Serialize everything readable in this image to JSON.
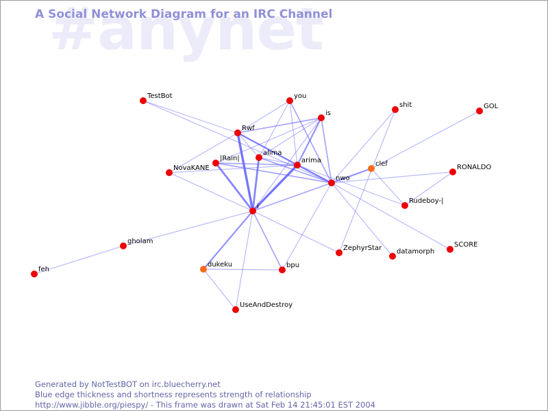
{
  "watermark": "#anynet",
  "title": "A Social Network Diagram for an IRC Channel",
  "footer": {
    "line1": "Generated by NotTestBOT on irc.bluecherry.net",
    "line2": "Blue edge thickness and shortness represents strength of relationship",
    "line3": "http://www.jibble.org/piespy/ - This frame was drawn at Sat Feb 14 21:45:01 EST 2004"
  },
  "colors": {
    "node": "#ee0000",
    "node_active": "#ff6a1a",
    "edge": "#6a6aff",
    "watermark": "#ebebfa",
    "title": "#9090d8",
    "footer": "#6464a8"
  },
  "nodes": [
    {
      "id": "TestBot",
      "label": "TestBot"
    },
    {
      "id": "you",
      "label": "you"
    },
    {
      "id": "is",
      "label": "is"
    },
    {
      "id": "shit",
      "label": "shit"
    },
    {
      "id": "GOL",
      "label": "GOL"
    },
    {
      "id": "Rwf",
      "label": "Rwf"
    },
    {
      "id": "alima",
      "label": "alima"
    },
    {
      "id": "Rain",
      "label": "|Rain|"
    },
    {
      "id": "arima",
      "label": "arima"
    },
    {
      "id": "clef",
      "label": "clef",
      "active": true
    },
    {
      "id": "NovaKANE",
      "label": "NovaKANE"
    },
    {
      "id": "nwo",
      "label": "nwo"
    },
    {
      "id": "RONALDO",
      "label": "RONALDO"
    },
    {
      "id": "Rudeboy",
      "label": "Rudeboy-|"
    },
    {
      "id": "i",
      "label": "i"
    },
    {
      "id": "gholam",
      "label": "gholam"
    },
    {
      "id": "SCORE",
      "label": "SCORE"
    },
    {
      "id": "ZephyrStar",
      "label": "ZephyrStar"
    },
    {
      "id": "datamorph",
      "label": "datamorph"
    },
    {
      "id": "feh",
      "label": "feh"
    },
    {
      "id": "dukeku",
      "label": "dukeku",
      "active": true
    },
    {
      "id": "bpu",
      "label": "bpu"
    },
    {
      "id": "UseAndDestroy",
      "label": "UseAndDestroy"
    }
  ],
  "edges": [
    {
      "from": "Rwf",
      "to": "i",
      "weight": 5
    },
    {
      "from": "arima",
      "to": "i",
      "weight": 5
    },
    {
      "from": "Rain",
      "to": "i",
      "weight": 4
    },
    {
      "from": "alima",
      "to": "i",
      "weight": 4
    },
    {
      "from": "is",
      "to": "arima",
      "weight": 3
    },
    {
      "from": "Rwf",
      "to": "arima",
      "weight": 3
    },
    {
      "from": "Rwf",
      "to": "is",
      "weight": 2
    },
    {
      "from": "Rain",
      "to": "arima",
      "weight": 2
    },
    {
      "from": "nwo",
      "to": "clef",
      "weight": 3
    },
    {
      "from": "arima",
      "to": "nwo",
      "weight": 3
    },
    {
      "from": "i",
      "to": "dukeku",
      "weight": 3
    },
    {
      "from": "Rwf",
      "to": "nwo",
      "weight": 2
    },
    {
      "from": "is",
      "to": "nwo",
      "weight": 2
    },
    {
      "from": "you",
      "to": "nwo",
      "weight": 2
    },
    {
      "from": "alima",
      "to": "nwo",
      "weight": 2
    },
    {
      "from": "Rain",
      "to": "nwo",
      "weight": 2
    },
    {
      "from": "i",
      "to": "nwo",
      "weight": 2
    },
    {
      "from": "i",
      "to": "bpu",
      "weight": 2
    },
    {
      "from": "TestBot",
      "to": "Rwf",
      "weight": 1
    },
    {
      "from": "TestBot",
      "to": "nwo",
      "weight": 1
    },
    {
      "from": "Rwf",
      "to": "you",
      "weight": 1
    },
    {
      "from": "you",
      "to": "alima",
      "weight": 1
    },
    {
      "from": "you",
      "to": "arima",
      "weight": 1
    },
    {
      "from": "is",
      "to": "alima",
      "weight": 1
    },
    {
      "from": "is",
      "to": "Rain",
      "weight": 1
    },
    {
      "from": "is",
      "to": "i",
      "weight": 1
    },
    {
      "from": "alima",
      "to": "arima",
      "weight": 1
    },
    {
      "from": "Rwf",
      "to": "alima",
      "weight": 1
    },
    {
      "from": "NovaKANE",
      "to": "Rwf",
      "weight": 1
    },
    {
      "from": "NovaKANE",
      "to": "i",
      "weight": 1
    },
    {
      "from": "NovaKANE",
      "to": "arima",
      "weight": 1
    },
    {
      "from": "shit",
      "to": "nwo",
      "weight": 1
    },
    {
      "from": "shit",
      "to": "ZephyrStar",
      "weight": 1
    },
    {
      "from": "GOL",
      "to": "clef",
      "weight": 1
    },
    {
      "from": "RONALDO",
      "to": "nwo",
      "weight": 1
    },
    {
      "from": "RONALDO",
      "to": "Rudeboy",
      "weight": 1
    },
    {
      "from": "clef",
      "to": "Rudeboy",
      "weight": 1
    },
    {
      "from": "arima",
      "to": "Rudeboy",
      "weight": 1
    },
    {
      "from": "nwo",
      "to": "SCORE",
      "weight": 1
    },
    {
      "from": "nwo",
      "to": "datamorph",
      "weight": 1
    },
    {
      "from": "nwo",
      "to": "bpu",
      "weight": 1
    },
    {
      "from": "i",
      "to": "gholam",
      "weight": 1
    },
    {
      "from": "i",
      "to": "ZephyrStar",
      "weight": 1
    },
    {
      "from": "i",
      "to": "UseAndDestroy",
      "weight": 1
    },
    {
      "from": "gholam",
      "to": "feh",
      "weight": 1
    },
    {
      "from": "dukeku",
      "to": "bpu",
      "weight": 1
    },
    {
      "from": "dukeku",
      "to": "UseAndDestroy",
      "weight": 1
    }
  ]
}
